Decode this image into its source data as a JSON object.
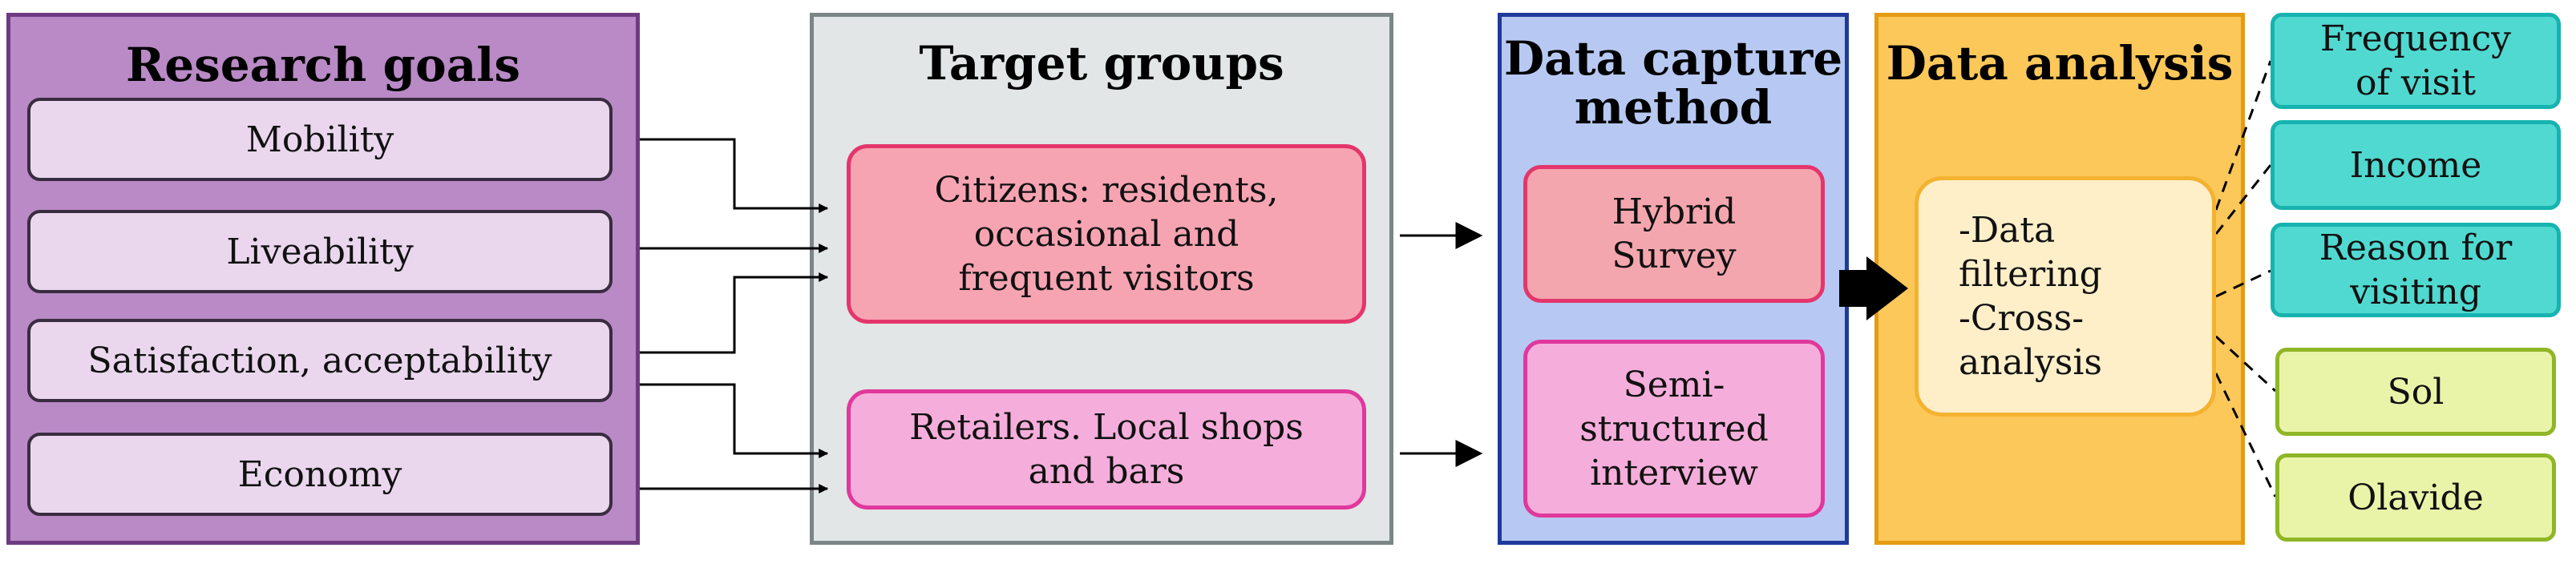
{
  "research_goals": {
    "title": "Research goals",
    "items": [
      "Mobility",
      "Liveability",
      "Satisfaction, acceptability",
      "Economy"
    ]
  },
  "target_groups": {
    "title": "Target groups",
    "items": [
      "Citizens: residents,\noccasional and\nfrequent visitors",
      "Retailers. Local shops\nand bars"
    ]
  },
  "data_capture": {
    "title": "Data capture\nmethod",
    "items": [
      "Hybrid\nSurvey",
      "Semi-\nstructured\ninterview"
    ]
  },
  "data_analysis": {
    "title": "Data analysis",
    "methods": "-Data\nfiltering\n-Cross-\nanalysis"
  },
  "outputs": {
    "variables": [
      "Frequency\nof visit",
      "Income",
      "Reason for\nvisiting"
    ],
    "areas": [
      "Sol",
      "Olavide"
    ]
  },
  "colors": {
    "goals_panel": "#b98ac6",
    "target_panel": "#e2e6e6",
    "capture_panel": "#b7c9f2",
    "analysis_panel": "#fcc85a",
    "variable_box": "#50d9d0",
    "area_box": "#e9f4a9"
  }
}
